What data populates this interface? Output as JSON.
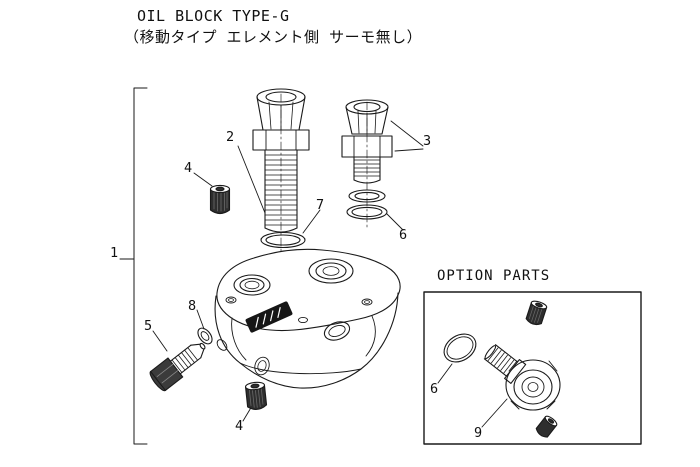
{
  "title": {
    "line1": "OIL BLOCK TYPE-G",
    "line2": "（移動タイプ エレメント側 サーモ無し）"
  },
  "option_parts": {
    "label": "OPTION PARTS"
  },
  "callouts": {
    "n1": "1",
    "n2": "2",
    "n3": "3",
    "n4_top": "4",
    "n4_bottom": "4",
    "n5": "5",
    "n6_main": "6",
    "n6_option": "6",
    "n7": "7",
    "n8": "8",
    "n9": "9"
  },
  "colors": {
    "line_color": "#1a1a1a",
    "background": "#ffffff"
  }
}
